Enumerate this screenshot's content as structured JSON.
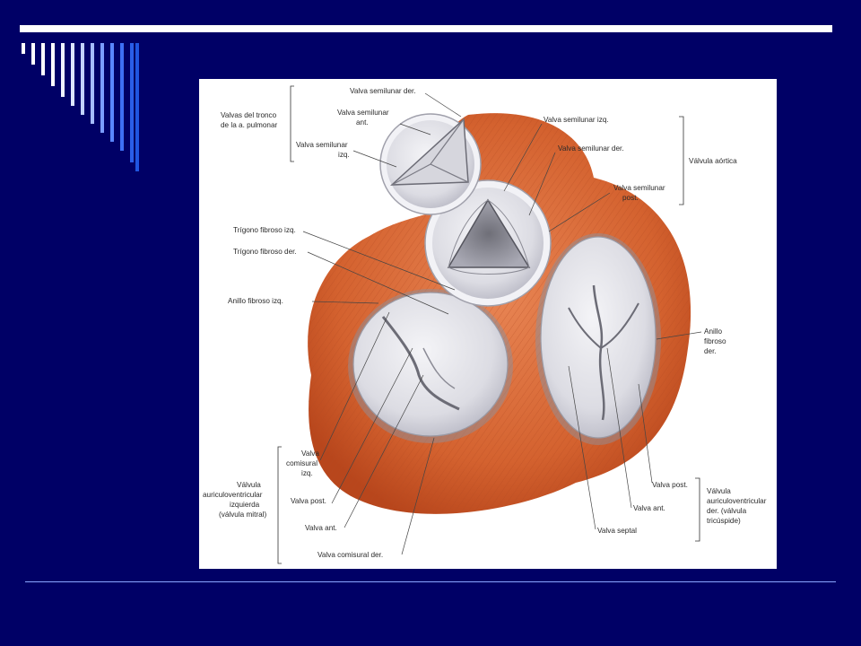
{
  "slide": {
    "background": "#000066",
    "accent_rule": "#ffffff",
    "bottom_rule": "#8aa8ff"
  },
  "diagram": {
    "colors": {
      "muscle": "#d8683a",
      "muscle_dark": "#b3471f",
      "valve_tissue": "#e7e7ec",
      "valve_shadow": "#9a9aa5"
    },
    "labels": {
      "pulm_group_l1": "Valvas del tronco",
      "pulm_group_l2": "de la a. pulmonar",
      "semilunar_der_top": "Valva semilunar der.",
      "semilunar_ant_l1": "Valva semilunar",
      "semilunar_ant_l2": "ant.",
      "semilunar_izq_pulm_l1": "Valva semilunar",
      "semilunar_izq_pulm_l2": "izq.",
      "semilunar_izq_aorta": "Valva semilunar izq.",
      "semilunar_der_aorta": "Valva semilunar der.",
      "semilunar_post_l1": "Valva semilunar",
      "semilunar_post_l2": "post.",
      "valvula_aortica": "Válvula aórtica",
      "trigono_izq": "Trígono fibroso izq.",
      "trigono_der": "Trígono fibroso der.",
      "anillo_izq": "Anillo fibroso izq.",
      "anillo_der_l1": "Anillo",
      "anillo_der_l2": "fibroso",
      "anillo_der_l3": "der.",
      "comisural_izq_l1": "Valva",
      "comisural_izq_l2": "comisural",
      "comisural_izq_l3": "izq.",
      "mitral_l1": "Válvula",
      "mitral_l2": "auriculoventricular",
      "mitral_l3": "izquierda",
      "mitral_l4": "(válvula mitral)",
      "valva_post_left": "Valva post.",
      "valva_ant_left": "Valva ant.",
      "comisural_der": "Valva comisural der.",
      "valva_post_right": "Valva post.",
      "valva_ant_right": "Valva ant.",
      "valva_septal": "Valva septal",
      "tricuspid_l1": "Válvula",
      "tricuspid_l2": "auriculoventricular",
      "tricuspid_l3": "der. (válvula",
      "tricuspid_l4": "tricúspide)"
    }
  }
}
